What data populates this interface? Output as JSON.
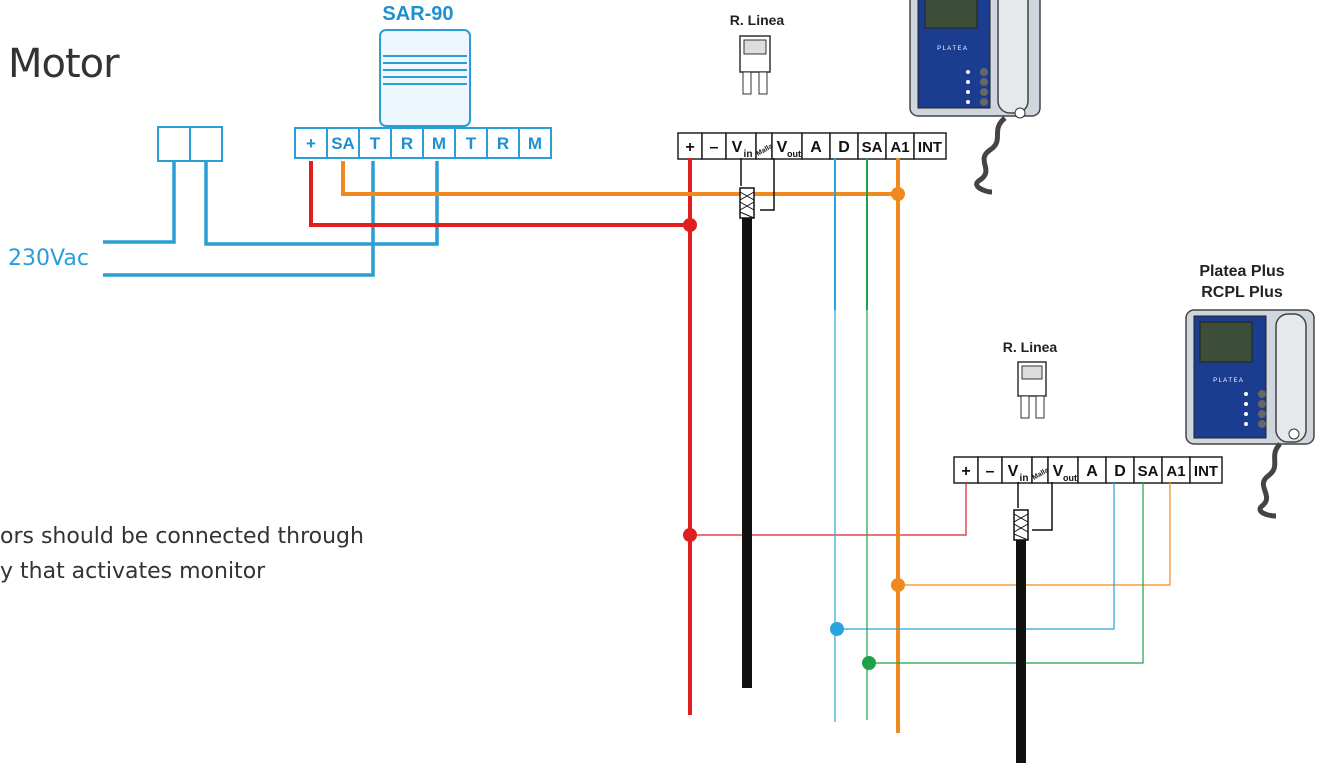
{
  "motor_label": "Motor",
  "supply_label": "230Vac",
  "sar90": {
    "title": "SAR-90",
    "terminals": [
      "+",
      "SA",
      "T",
      "R",
      "M",
      "T",
      "R",
      "M"
    ]
  },
  "monitor_top": {
    "relay_label": "R. Linea",
    "brand_text": "P L A T E A",
    "terminals": [
      "+",
      "–",
      "V",
      "in",
      "Malla",
      "V",
      "out",
      "A",
      "D",
      "SA",
      "A1",
      "INT"
    ]
  },
  "monitor_bottom": {
    "title_line1": "Platea Plus",
    "title_line2": "RCPL Plus",
    "relay_label": "R. Linea",
    "brand_text": "P L A T E A",
    "terminals": [
      "+",
      "–",
      "V",
      "in",
      "Malla",
      "V",
      "out",
      "A",
      "D",
      "SA",
      "A1",
      "INT"
    ]
  },
  "note": {
    "line1": "ors should be connected through",
    "line2": "y that activates monitor"
  },
  "colors": {
    "red_wire": "#e02020",
    "orange_wire": "#f08a1e",
    "blue_wire": "#29a3dc",
    "green_wire": "#1fa04a",
    "coax": "#111111",
    "terminal_text_sar": "#1e8fd0"
  }
}
